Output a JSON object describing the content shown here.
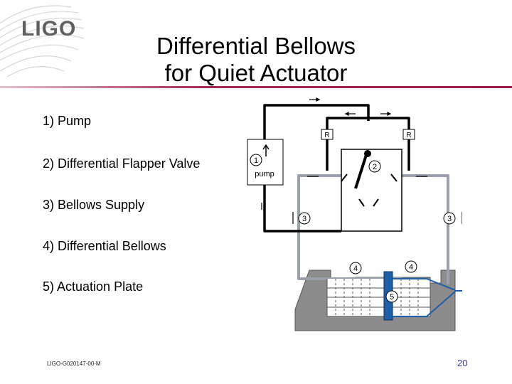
{
  "header": {
    "logo_text": "LIGO",
    "title_line1": "Differential Bellows",
    "title_line2": "for Quiet Actuator",
    "rule_color": "#9b1d4a"
  },
  "items": [
    {
      "label": "1) Pump"
    },
    {
      "label": "2) Differential Flapper Valve"
    },
    {
      "label": "3) Bellows Supply"
    },
    {
      "label": "4) Differential Bellows"
    },
    {
      "label": "5) Actuation Plate"
    }
  ],
  "diagram": {
    "pump_label": "pump",
    "callout_1": "1",
    "callout_2": "2",
    "callout_3": "3",
    "callout_4": "4",
    "callout_5": "5",
    "restrictor_label": "R",
    "icons": [
      "swirl-logo-icon",
      "flow-arrow-icon",
      "bellows-icon",
      "actuation-plate-icon"
    ],
    "colors": {
      "line": "#000000",
      "pipe": "#9aa0ad",
      "plate": "#1f5fa8",
      "base": "#8c8c8c"
    }
  },
  "footer": {
    "doc_id": "LIGO-G020147-00-M",
    "page_number": "20"
  }
}
